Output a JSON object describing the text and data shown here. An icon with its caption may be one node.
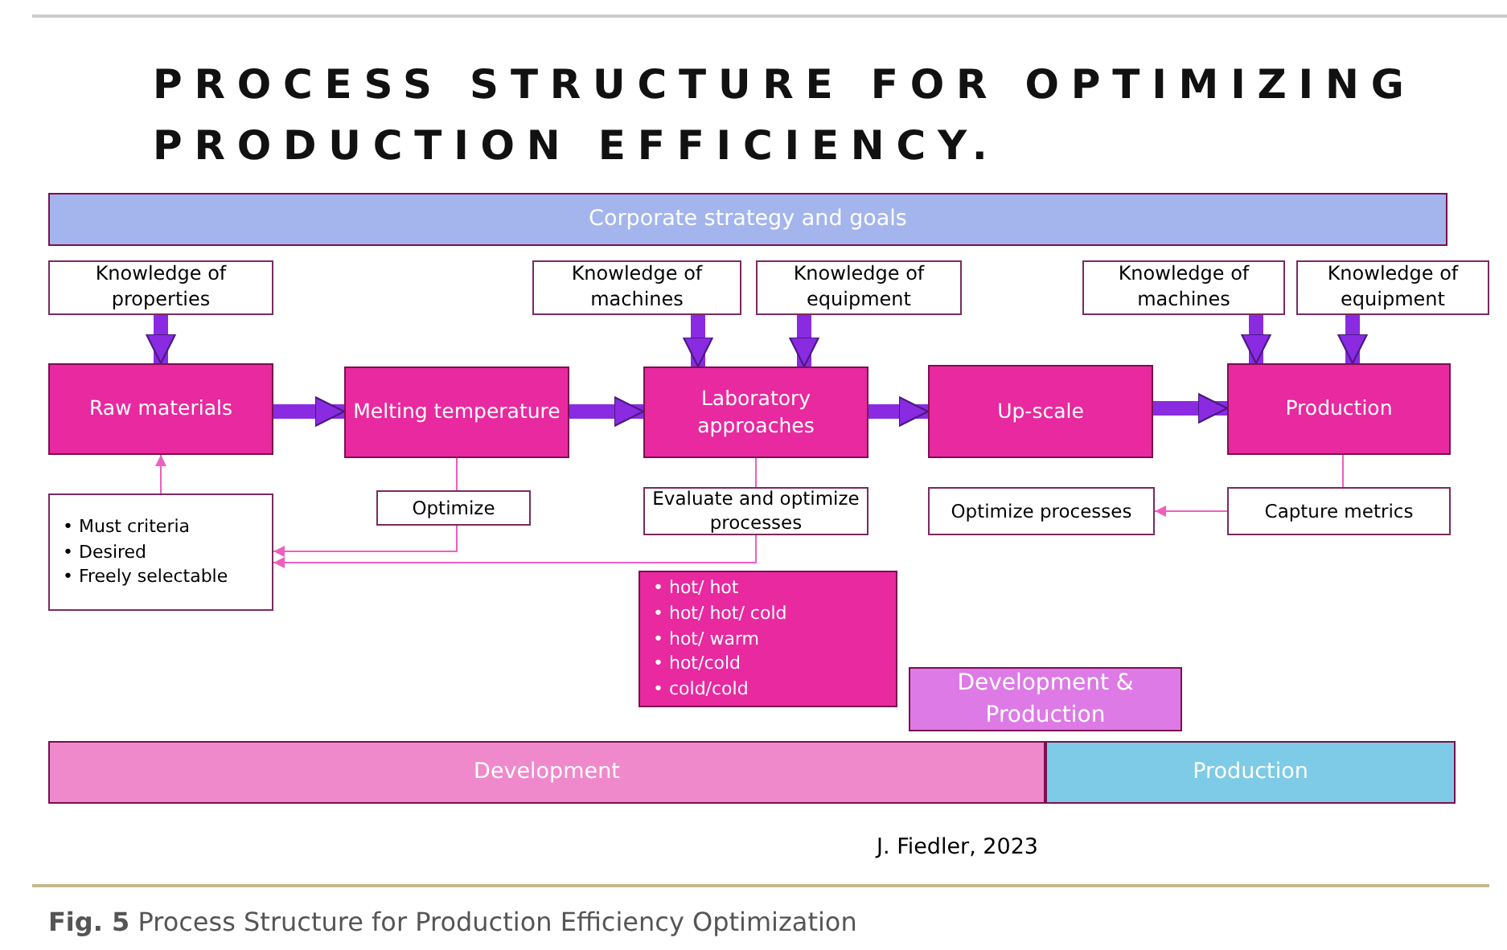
{
  "diagram": {
    "title": "PROCESS STRUCTURE FOR OPTIMIZING PRODUCTION EFFICIENCY.",
    "caption": "**Fig. 5** Process Structure for Production Efficiency Optimization",
    "nodes": [
      {
        "text": [
          "Corporate strategy and goals"
        ]
      },
      {
        "text": [
          "Knowledge of properties"
        ]
      },
      {
        "text": [
          "Knowledge of machines"
        ]
      },
      {
        "text": [
          "Knowledge of equipment"
        ]
      },
      {
        "text": [
          "Knowledge of machines"
        ]
      },
      {
        "text": [
          "Knowledge of equipment"
        ]
      },
      {
        "text": [
          "Raw materials"
        ]
      },
      {
        "text": [
          "Melting temperature"
        ]
      },
      {
        "text": [
          "Laboratory approaches"
        ]
      },
      {
        "text": [
          "Up-scale"
        ]
      },
      {
        "text": [
          "Production"
        ]
      },
      {
        "text": [
          "• Must criteria",
          "• Desired",
          "• Freely selectable"
        ]
      },
      {
        "text": [
          "Optimize"
        ]
      },
      {
        "text": [
          "Evaluate and optimize processes"
        ]
      },
      {
        "text": [
          "Optimize processes"
        ]
      },
      {
        "text": [
          "Capture metrics"
        ]
      },
      {
        "text": [
          "• hot/ hot",
          "• hot/ hot/ cold",
          "• hot/ warm",
          "• hot/cold",
          "• cold/cold"
        ]
      },
      {
        "text": [
          "Development & Production"
        ]
      },
      {
        "text": [
          "Development"
        ]
      },
      {
        "text": [
          "Production"
        ]
      }
    ],
    "edges": [
      {
        "from": 1,
        "to": 6,
        "arrow": "to"
      },
      {
        "from": 6,
        "to": 7,
        "arrow": "to"
      },
      {
        "from": 7,
        "to": 8,
        "arrow": "to"
      },
      {
        "from": 2,
        "to": 8,
        "arrow": "to"
      },
      {
        "from": 3,
        "to": 8,
        "arrow": "to"
      },
      {
        "from": 8,
        "to": 9,
        "arrow": "to"
      },
      {
        "from": 9,
        "to": 10,
        "arrow": "to"
      },
      {
        "from": 4,
        "to": 10,
        "arrow": "to"
      },
      {
        "from": 5,
        "to": 10,
        "arrow": "to"
      },
      {
        "from": 11,
        "to": 6,
        "arrow": "to",
        "color": "#ee5fc0"
      },
      {
        "from": 7,
        "to": 12,
        "arrow": "none",
        "color": "#ee5fc0"
      },
      {
        "from": 12,
        "to": 11,
        "arrow": "to",
        "color": "#ee5fc0"
      },
      {
        "from": 8,
        "to": 13,
        "arrow": "none",
        "color": "#ee5fc0"
      },
      {
        "from": 13,
        "to": 11,
        "arrow": "to",
        "color": "#ee5fc0"
      },
      {
        "from": 10,
        "to": 15,
        "arrow": "none",
        "color": "#ee5fc0"
      },
      {
        "from": 15,
        "to": 14,
        "arrow": "to",
        "color": "#ee5fc0"
      }
    ],
    "labels": [
      "J. Fiedler, 2023"
    ]
  }
}
